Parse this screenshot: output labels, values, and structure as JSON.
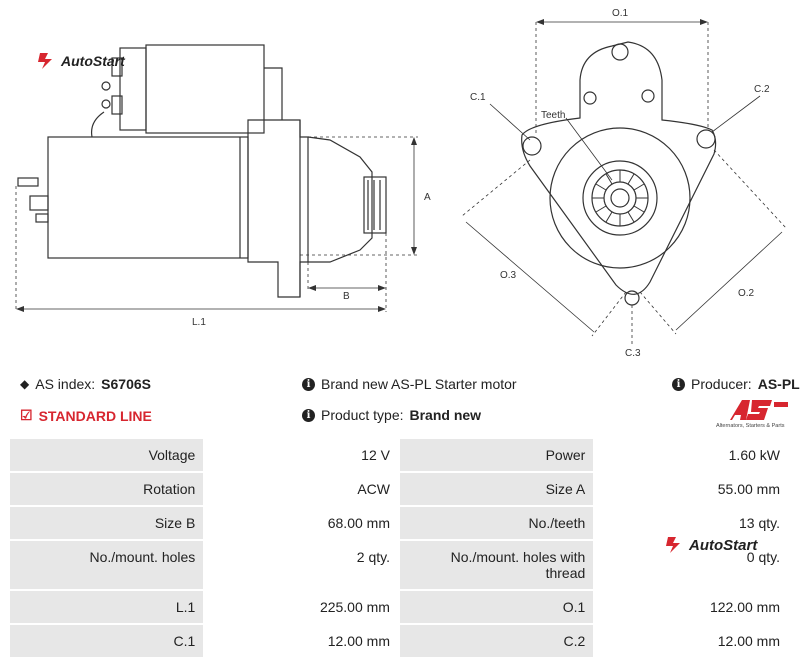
{
  "brand": {
    "autostart_text": "AutoStart",
    "as_caption": "Alternators, Starters & Parts"
  },
  "drawing": {
    "labels": {
      "L1": "L.1",
      "A": "A",
      "B": "B",
      "O1": "O.1",
      "O2": "O.2",
      "O3": "O.3",
      "C1": "C.1",
      "C2": "C.2",
      "C3": "C.3",
      "teeth": "Teeth"
    }
  },
  "info": {
    "as_index_label": "AS index:",
    "as_index_value": "S6706S",
    "standard_line": "STANDARD LINE",
    "description": "Brand new AS-PL Starter motor",
    "product_type_label": "Product type:",
    "product_type_value": "Brand new",
    "producer_label": "Producer:",
    "producer_value": "AS-PL"
  },
  "specs": [
    {
      "l1": "Voltage",
      "v1": "12 V",
      "l2": "Power",
      "v2": "1.60 kW"
    },
    {
      "l1": "Rotation",
      "v1": "ACW",
      "l2": "Size A",
      "v2": "55.00 mm"
    },
    {
      "l1": "Size B",
      "v1": "68.00 mm",
      "l2": "No./teeth",
      "v2": "13 qty."
    },
    {
      "l1": "No./mount. holes",
      "v1": "2 qty.",
      "l2": "No./mount. holes with thread",
      "v2": "0 qty."
    },
    {
      "l1": "L.1",
      "v1": "225.00 mm",
      "l2": "O.1",
      "v2": "122.00 mm"
    },
    {
      "l1": "C.1",
      "v1": "12.00 mm",
      "l2": "C.2",
      "v2": "12.00 mm"
    }
  ],
  "colors": {
    "accent_red": "#d7262f",
    "label_bg": "#e7e7e7"
  }
}
